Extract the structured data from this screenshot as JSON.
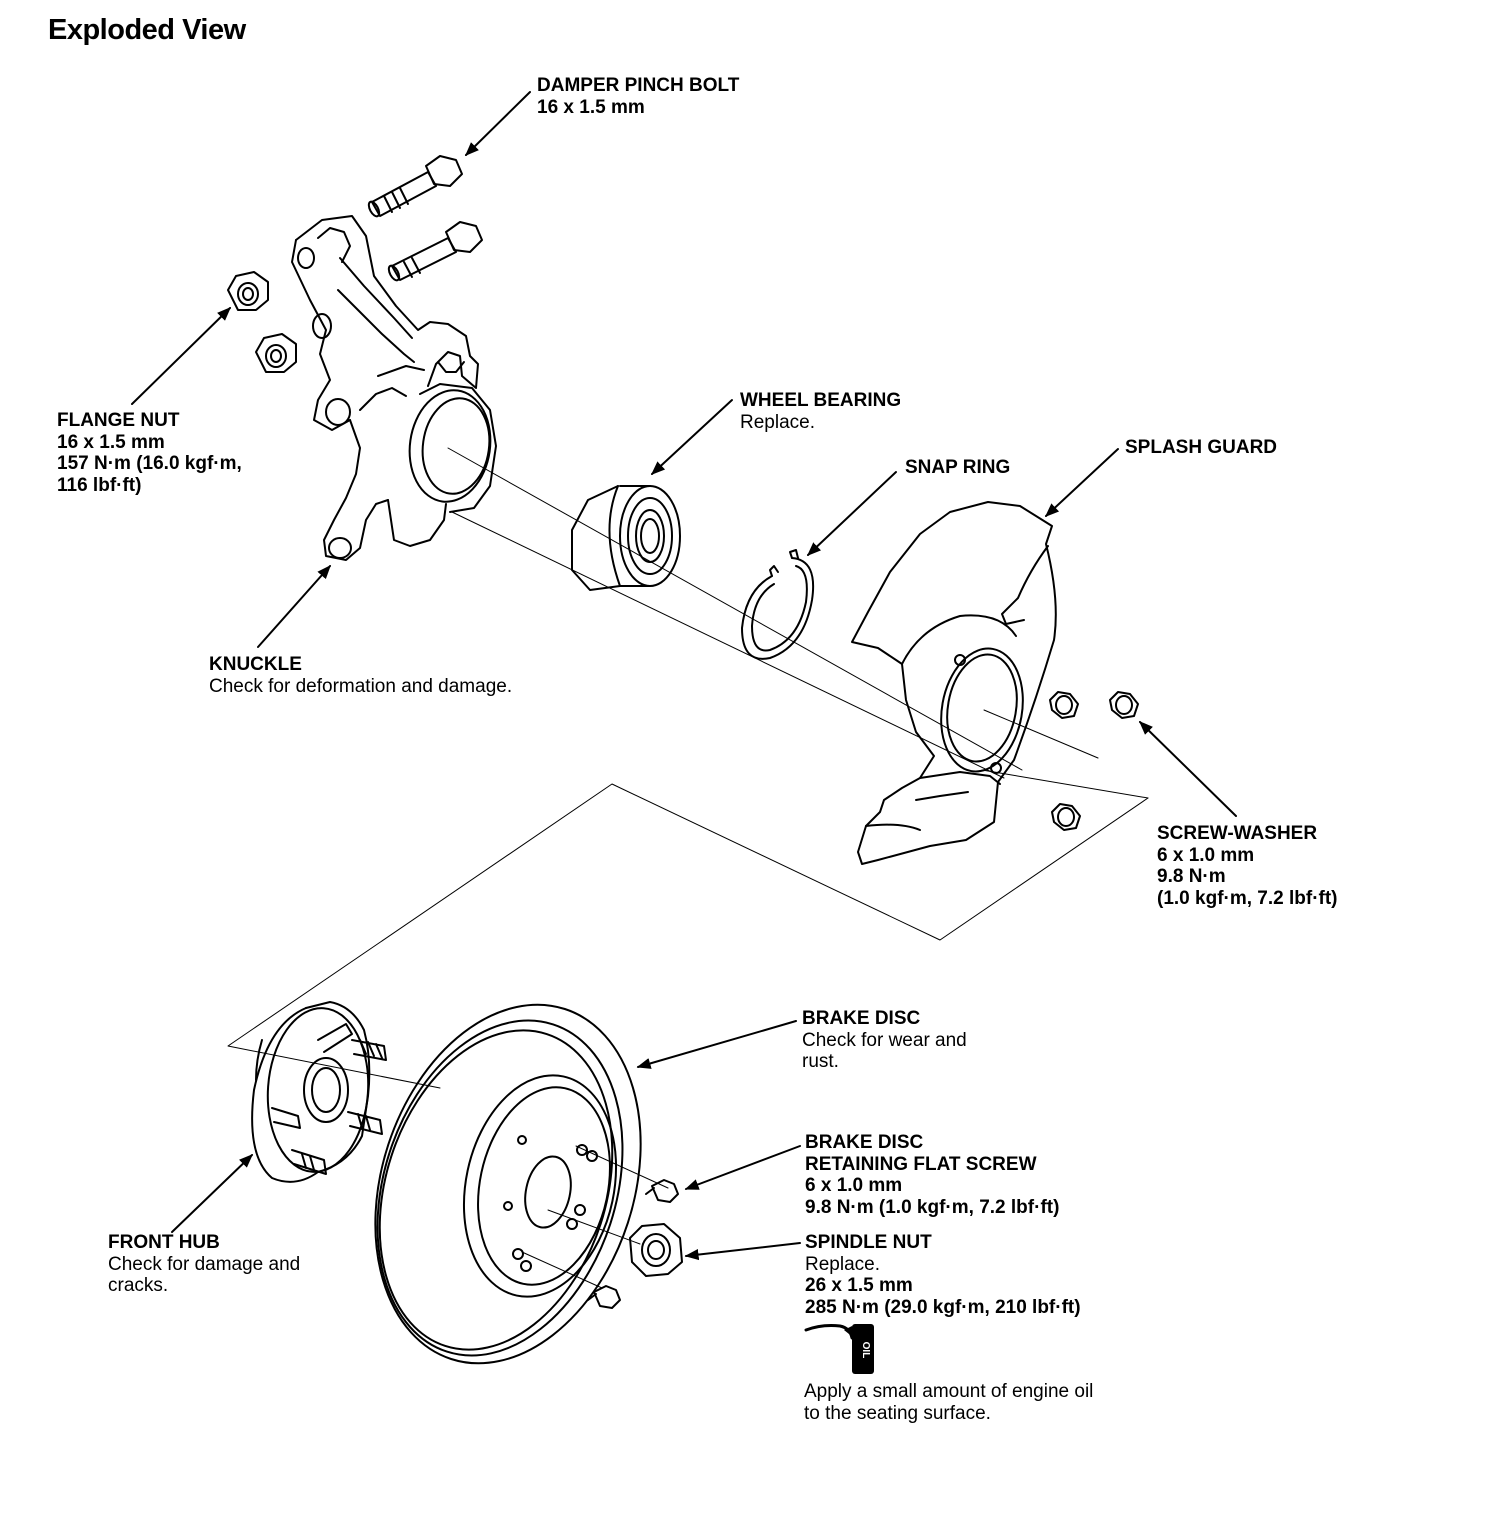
{
  "title": "Exploded View",
  "labels": {
    "damper_pinch_bolt": {
      "name": "DAMPER PINCH BOLT",
      "size": "16 x 1.5 mm"
    },
    "flange_nut": {
      "name": "FLANGE NUT",
      "size": "16 x 1.5 mm",
      "torque1": "157 N·m (16.0 kgf·m,",
      "torque2": "116 lbf·ft)"
    },
    "wheel_bearing": {
      "name": "WHEEL BEARING",
      "note": "Replace."
    },
    "snap_ring": {
      "name": "SNAP RING"
    },
    "splash_guard": {
      "name": "SPLASH GUARD"
    },
    "knuckle": {
      "name": "KNUCKLE",
      "note": "Check for deformation and damage."
    },
    "screw_washer": {
      "name": "SCREW-WASHER",
      "size": "6 x 1.0 mm",
      "torque1": "9.8 N·m",
      "torque2": "(1.0 kgf·m, 7.2 lbf·ft)"
    },
    "brake_disc": {
      "name": "BRAKE DISC",
      "note1": "Check for wear and",
      "note2": "rust."
    },
    "brake_disc_screw": {
      "name1": "BRAKE DISC",
      "name2": "RETAINING FLAT SCREW",
      "size": "6 x 1.0 mm",
      "torque": "9.8 N·m (1.0 kgf·m, 7.2 lbf·ft)"
    },
    "spindle_nut": {
      "name": "SPINDLE NUT",
      "note": "Replace.",
      "size": "26 x 1.5 mm",
      "torque": "285 N·m (29.0 kgf·m, 210 lbf·ft)"
    },
    "front_hub": {
      "name": "FRONT HUB",
      "note1": "Check for damage and",
      "note2": "cracks."
    },
    "oil_note": {
      "line1": "Apply a small amount of engine oil",
      "line2": "to the seating surface."
    }
  },
  "oil_icon_text": "OIL",
  "colors": {
    "ink": "#000000",
    "paper": "#ffffff"
  }
}
